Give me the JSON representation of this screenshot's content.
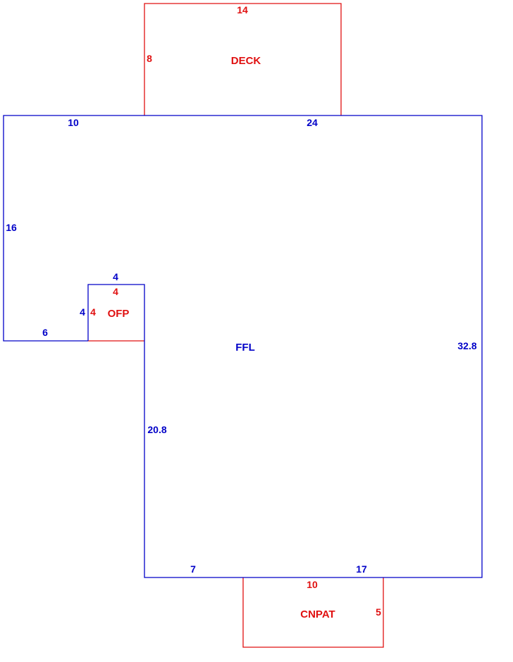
{
  "colors": {
    "main": "#0000c8",
    "addon": "#e01010",
    "background": "#ffffff"
  },
  "areas": {
    "main": {
      "label": "FFL",
      "dims": {
        "top_left": "10",
        "top_right": "24",
        "left": "16",
        "notch_bottom": "6",
        "notch_top": "4",
        "notch_side": "4",
        "inner_left": "20.8",
        "right": "32.8",
        "bottom_left": "7",
        "bottom_right": "17"
      }
    },
    "deck": {
      "label": "DECK",
      "dims": {
        "width": "14",
        "depth": "8"
      }
    },
    "ofp": {
      "label": "OFP",
      "dims": {
        "width": "4",
        "depth": "4"
      }
    },
    "cnpat": {
      "label": "CNPAT",
      "dims": {
        "width": "10",
        "depth": "5"
      }
    }
  }
}
